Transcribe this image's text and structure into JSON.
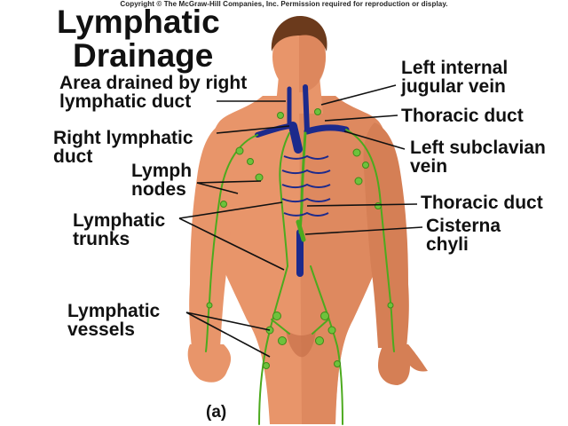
{
  "copyright": "Copyright © The McGraw-Hill Companies, Inc. Permission required for reproduction or display.",
  "title": {
    "line1": "Lymphatic",
    "line2": "Drainage"
  },
  "panel_letter": "(a)",
  "labels": {
    "area_right_duct": {
      "line1": "Area drained by right",
      "line2": "lymphatic duct"
    },
    "right_lymphatic_duct": {
      "line1": "Right lymphatic",
      "line2": "duct"
    },
    "lymph_nodes": {
      "line1": "Lymph",
      "line2": "nodes"
    },
    "lymphatic_trunks": {
      "line1": "Lymphatic",
      "line2": "trunks"
    },
    "lymphatic_vessels": {
      "line1": "Lymphatic",
      "line2": "vessels"
    },
    "left_internal_jugular": {
      "line1": "Left internal",
      "line2": "jugular vein"
    },
    "thoracic_duct_upper": {
      "line1": "Thoracic duct"
    },
    "left_subclavian": {
      "line1": "Left subclavian",
      "line2": "vein"
    },
    "thoracic_duct_lower": {
      "line1": "Thoracic duct"
    },
    "cisterna_chyli": {
      "line1": "Cisterna",
      "line2": "chyli"
    }
  },
  "colors": {
    "skin": "#e8956a",
    "skin_shade": "#d57f55",
    "hair": "#6b3a1c",
    "vein": "#1c2a8c",
    "lymph": "#4caa1e",
    "leader": "#111111"
  }
}
